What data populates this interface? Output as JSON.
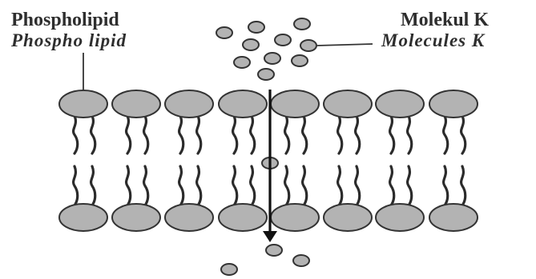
{
  "labels": {
    "phospholipid": "Phospholipid",
    "phospholipid_en": "Phospho lipid",
    "molekul_k": "Molekul K",
    "molecules_k": "Molecules K"
  },
  "colors": {
    "head_fill": "#b3b3b3",
    "outline": "#333333",
    "tail": "#2b2b2b",
    "arrow": "#111111"
  }
}
